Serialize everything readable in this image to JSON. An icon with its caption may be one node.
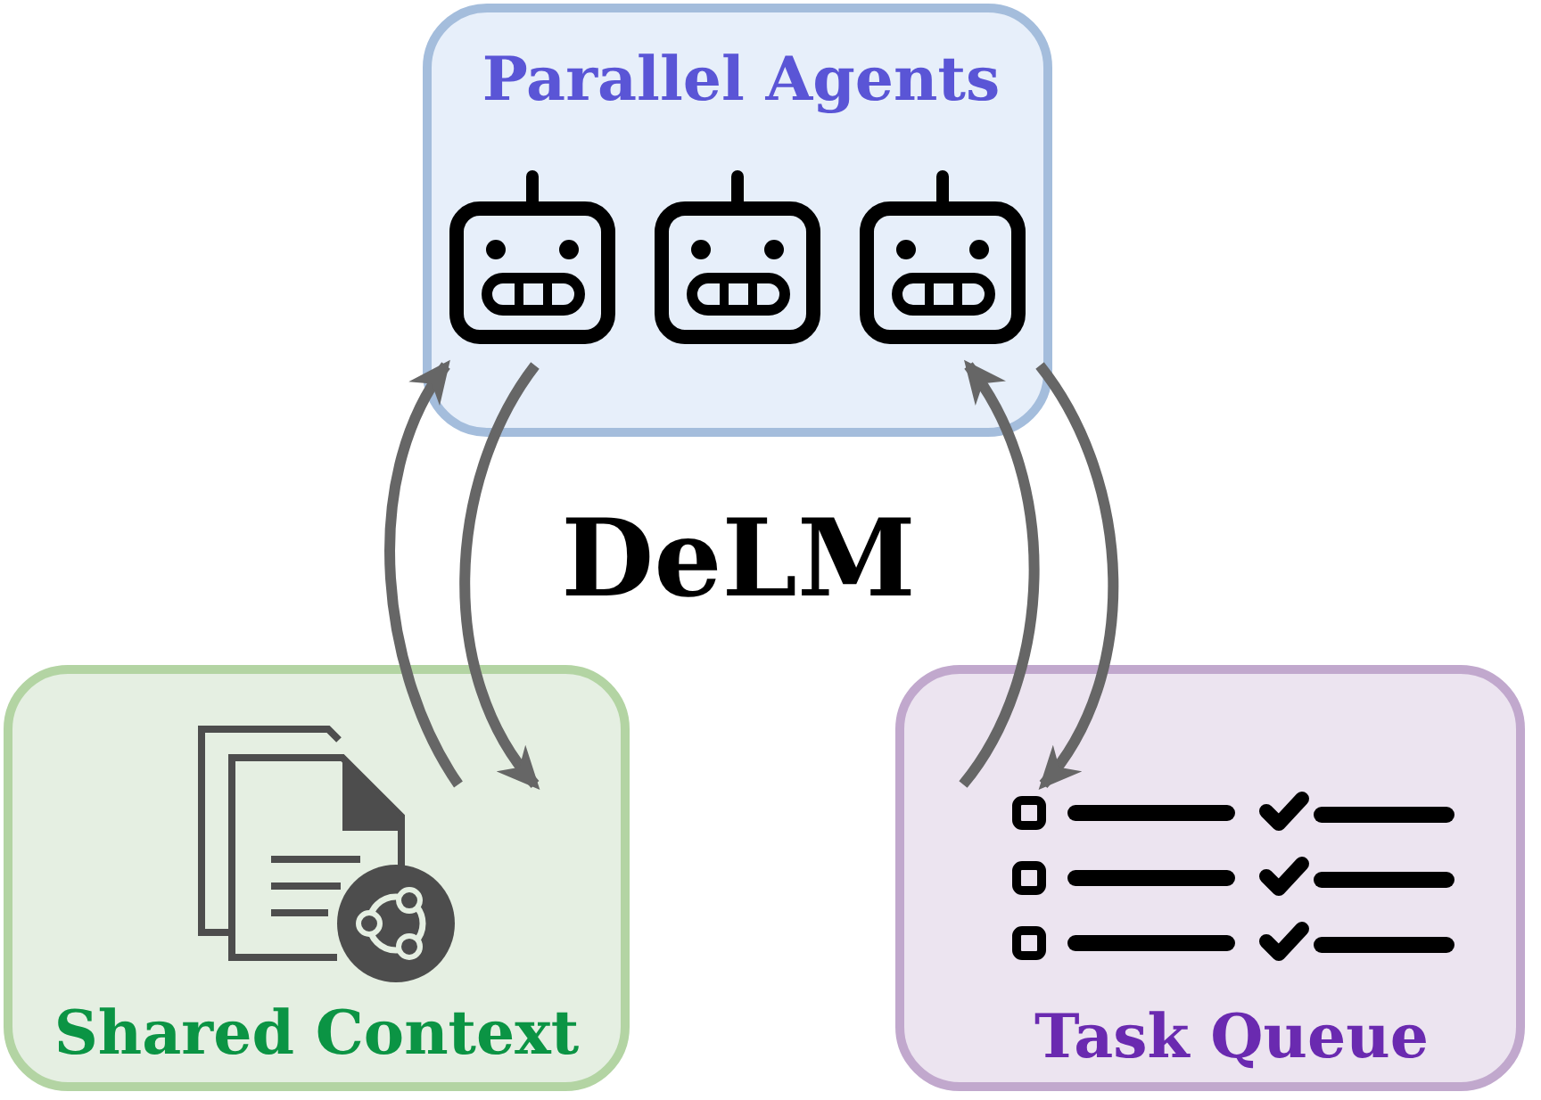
{
  "diagram": {
    "title": "DeLM",
    "nodes": [
      {
        "text": [
          "Parallel Agents"
        ]
      },
      {
        "text": [
          "Shared Context"
        ]
      },
      {
        "text": [
          "Task Queue"
        ]
      }
    ],
    "edges": [
      {
        "from": 1,
        "to": 0,
        "arrow": "to"
      },
      {
        "from": 0,
        "to": 1,
        "arrow": "to"
      },
      {
        "from": 2,
        "to": 0,
        "arrow": "to"
      },
      {
        "from": 0,
        "to": 2,
        "arrow": "to"
      }
    ]
  }
}
